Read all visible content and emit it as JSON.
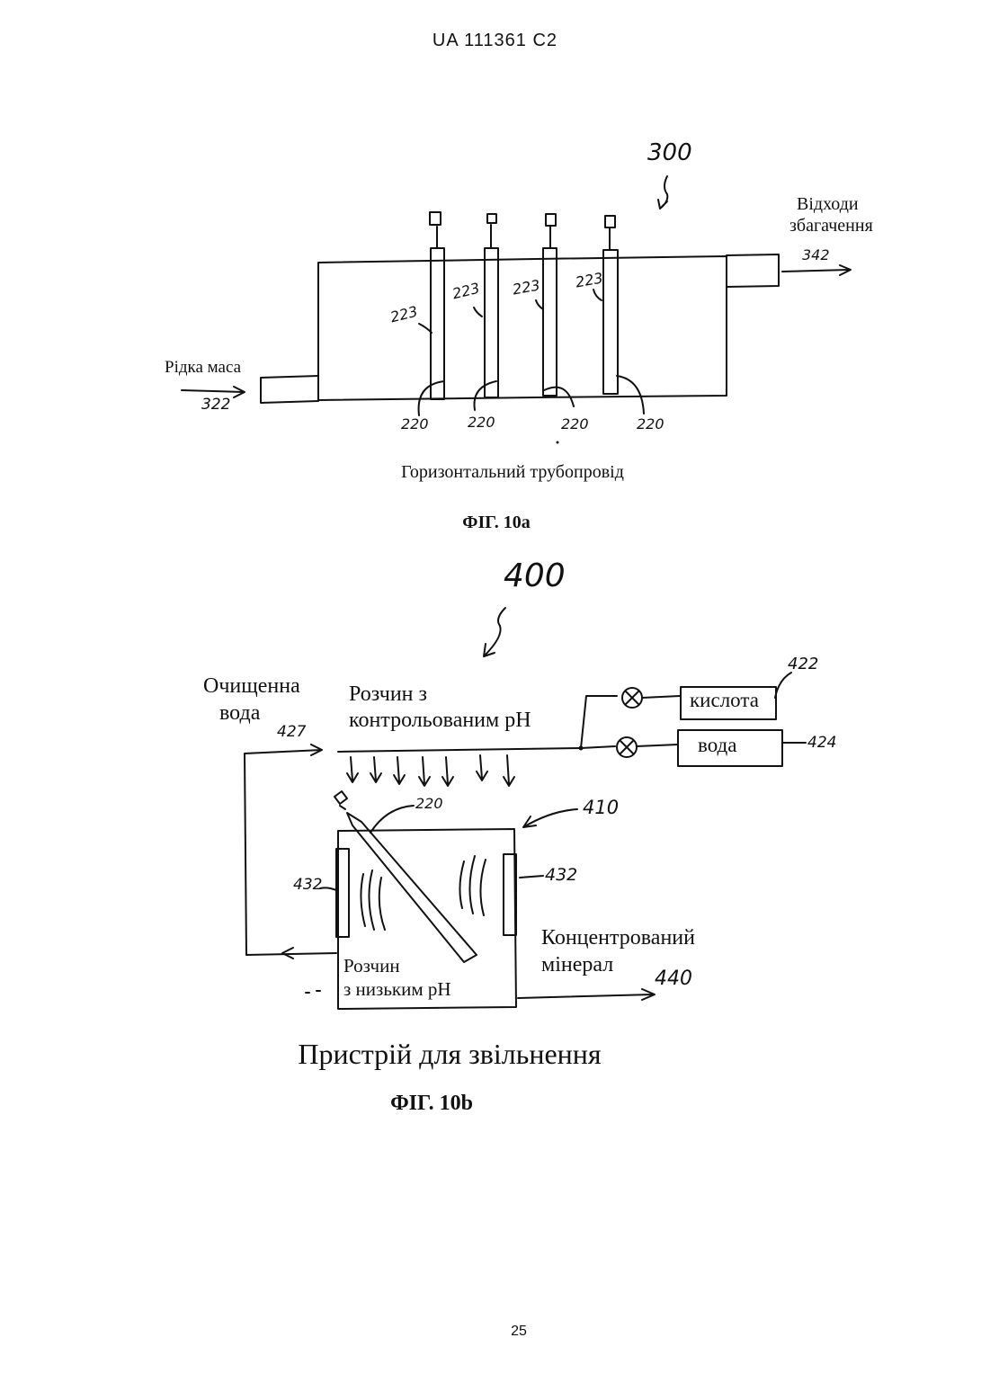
{
  "header": {
    "patent_number": "UA   111361   C2"
  },
  "fig10a": {
    "ref_main": "300",
    "label_outlet": [
      "Відходи",
      "збагачення"
    ],
    "ref_outlet": "342",
    "label_inlet": "Рідка маса",
    "ref_inlet": "322",
    "rod_refs": [
      "223",
      "223",
      "223",
      "223"
    ],
    "electrode_refs": [
      "220",
      "220",
      "220",
      "220"
    ],
    "caption": "Горизонтальний трубопровід",
    "fig_label": "ФІГ. 10a"
  },
  "fig10b": {
    "ref_main": "400",
    "label_purified": [
      "Очищенна",
      "вода"
    ],
    "ref_purified": "427",
    "label_solution": [
      "Розчин з",
      "контрольованим pH"
    ],
    "box_acid": "кислота",
    "ref_acid": "422",
    "box_water": "вода",
    "ref_water": "424",
    "ref_electrode": "220",
    "ref_tank": "410",
    "ref_plate_left": "432",
    "ref_plate_right": "432",
    "label_lowph": [
      "Розчин",
      "з низьким pH"
    ],
    "label_mineral": [
      "Концентрований",
      "мінерал"
    ],
    "ref_mineral": "440",
    "caption": "Пристрій для  звільнення",
    "fig_label": "ФІГ. 10b"
  },
  "footer": {
    "page_number": "25"
  }
}
